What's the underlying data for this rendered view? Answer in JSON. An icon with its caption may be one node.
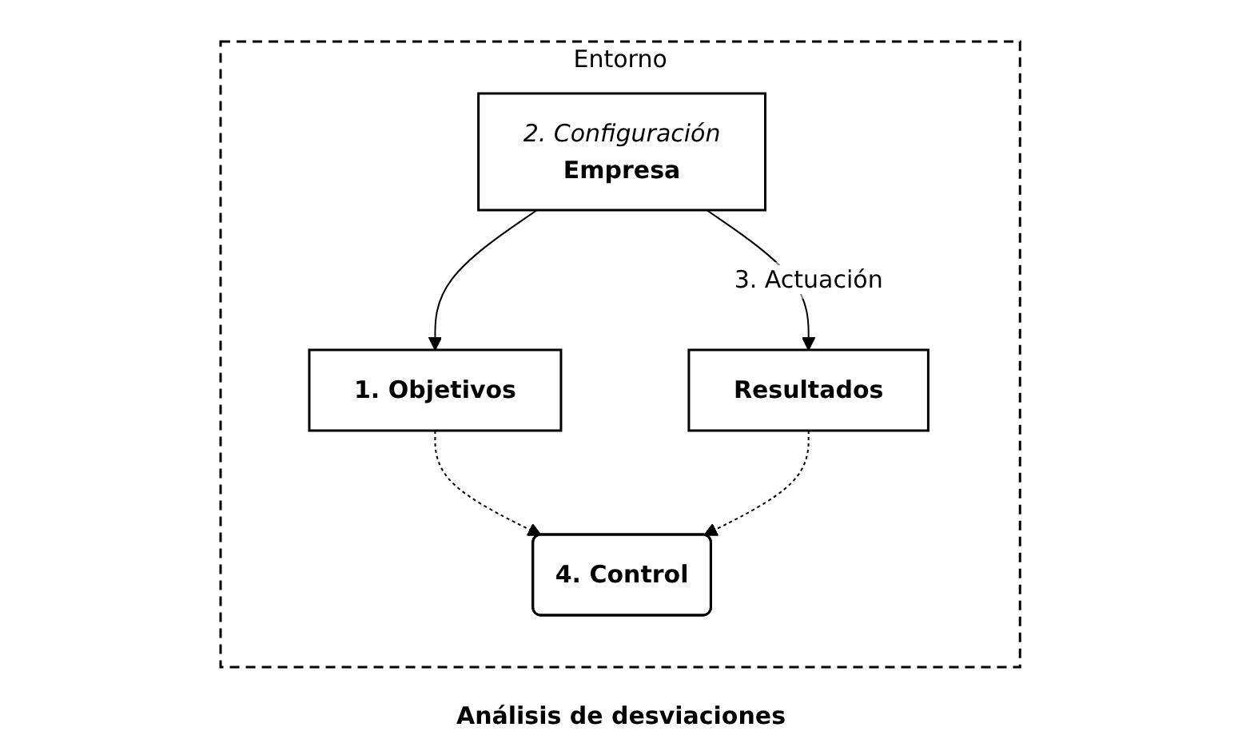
{
  "diagram": {
    "nodes": [
      {
        "text": [
          "Entorno"
        ]
      },
      {
        "text": [
          "2. Configuración",
          "Empresa"
        ],
        "in": 0
      },
      {
        "text": [
          "1. Objetivos"
        ],
        "in": 0
      },
      {
        "text": [
          "Resultados"
        ],
        "in": 0
      },
      {
        "text": [
          "4. Control"
        ],
        "in": 0
      }
    ],
    "edges": [
      {
        "from": 1,
        "to": 2,
        "arrow": "to"
      },
      {
        "from": 1,
        "to": 3,
        "arrow": "to",
        "label": "3. Actuación"
      },
      {
        "from": 2,
        "to": 4,
        "arrow": "to",
        "style": "dashed"
      },
      {
        "from": 3,
        "to": 4,
        "arrow": "to",
        "style": "dashed"
      }
    ],
    "labels": [
      "Análisis de desviaciones"
    ]
  }
}
